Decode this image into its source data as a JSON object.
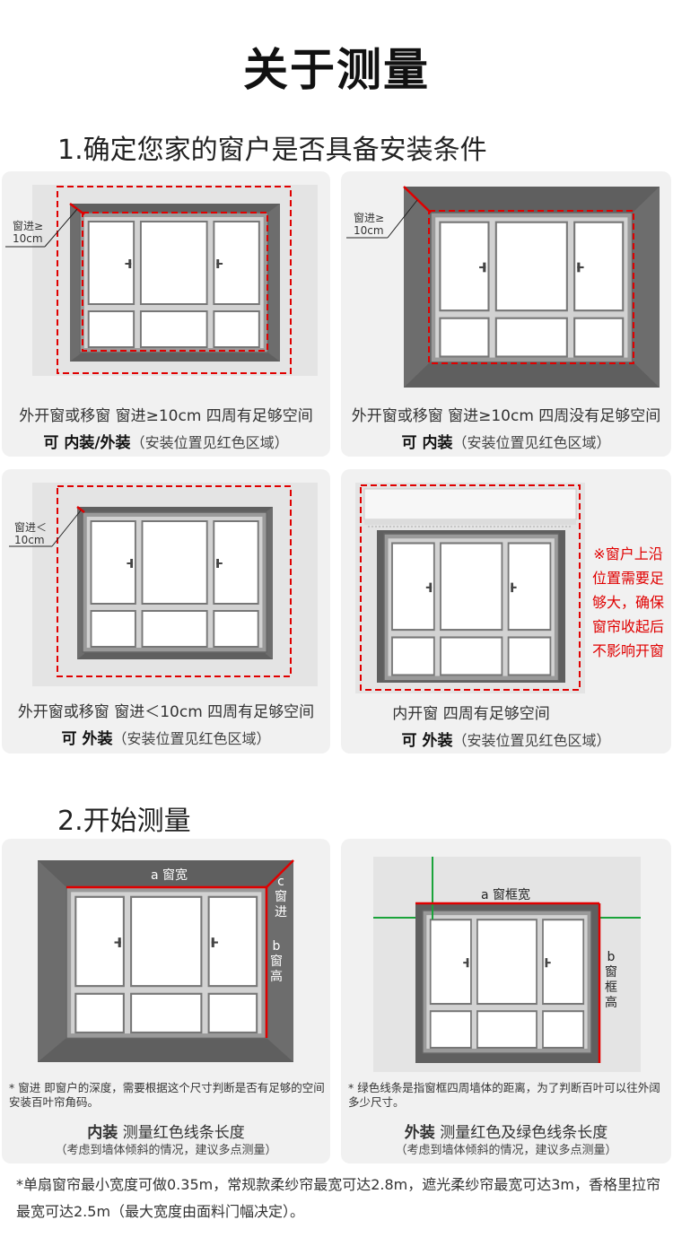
{
  "page_title": "关于测量",
  "section1": {
    "heading": "1.确定您家的窗户是否具备安装条件",
    "cards": [
      {
        "label_top": "窗进≥",
        "label_bottom": "10cm",
        "caption": "外开窗或移窗  窗进≥10cm  四周有足够空间",
        "verdict_strong": "可 内装/外装",
        "verdict_note": "（安装位置见红色区域）"
      },
      {
        "label_top": "窗进≥",
        "label_bottom": "10cm",
        "caption": "外开窗或移窗  窗进≥10cm  四周没有足够空间",
        "verdict_strong": "可 内装",
        "verdict_note": "（安装位置见红色区域）"
      },
      {
        "label_top": "窗进＜",
        "label_bottom": "10cm",
        "caption": "外开窗或移窗  窗进＜10cm  四周有足够空间",
        "verdict_strong": "可 外装",
        "verdict_note": "（安装位置见红色区域）"
      },
      {
        "caption": "内开窗  四周有足够空间",
        "verdict_strong": "可 外装",
        "verdict_note": "（安装位置见红色区域）",
        "warning": [
          "※窗户上沿",
          "位置需要足",
          "够大，确保",
          "窗帘收起后",
          "不影响开窗"
        ]
      }
    ]
  },
  "section2": {
    "heading": "2.开始测量",
    "left": {
      "label_a": "a 窗宽",
      "label_c": [
        "c",
        "窗",
        "进"
      ],
      "label_b": [
        "b",
        "窗",
        "高"
      ],
      "note": "* 窗进 即窗户的深度，需要根据这个尺寸判断是否有足够的空间安装百叶帘角码。",
      "title_strong": "内装",
      "title_rest": " 测量红色线条长度",
      "sub": "（考虑到墙体倾斜的情况，建议多点测量）"
    },
    "right": {
      "label_a": "a 窗框宽",
      "label_b": [
        "b",
        "窗",
        "框",
        "高"
      ],
      "note": "* 绿色线条是指窗框四周墙体的距离，为了判断百叶可以往外阔多少尺寸。",
      "title_strong": "外装",
      "title_rest": " 测量红色及绿色线条长度",
      "sub": "（考虑到墙体倾斜的情况，建议多点测量）"
    }
  },
  "footer": "*单扇窗帘最小宽度可做0.35m，常规款柔纱帘最宽可达2.8m，遮光柔纱帘最宽可达3m，香格里拉帘最宽可达2.5m（最大宽度由面料门幅决定）。",
  "colors": {
    "red": "#e00000",
    "green": "#1aa33a",
    "wall": "#5f5f5f",
    "card_bg": "#f1f1f1"
  }
}
